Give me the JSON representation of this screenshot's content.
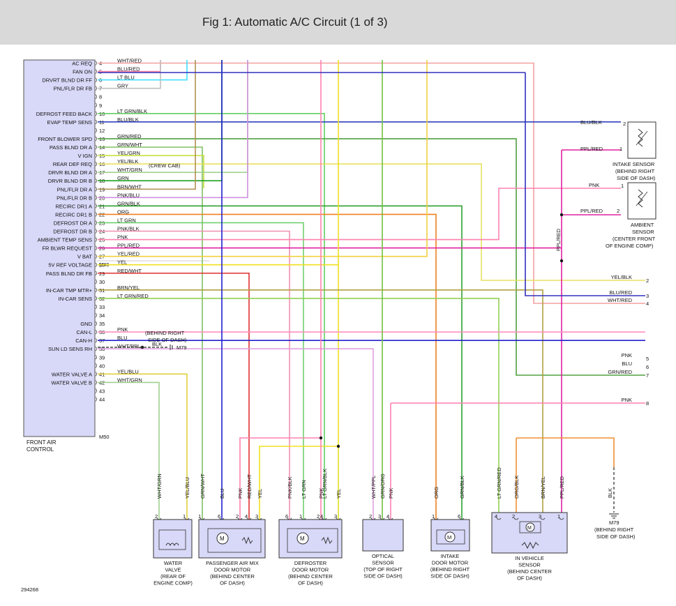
{
  "title": "Fig 1: Automatic A/C Circuit (1 of 3)",
  "module": {
    "name_line1": "FRONT AIR",
    "name_line2": "CONTROL",
    "conn_a": "M49",
    "conn_b": "M50",
    "pins": [
      {
        "n": "4",
        "label": "AC REQ",
        "wire": "WHT/RED",
        "color": "#f4a0a0"
      },
      {
        "n": "5",
        "label": "FAN ON",
        "wire": "BLU/RED",
        "color": "#ff80a0"
      },
      {
        "n": "6",
        "label": "DRVRT BLND DR FF",
        "wire": "LT BLU",
        "color": "#40e0ff"
      },
      {
        "n": "7",
        "label": "PNL/FLR DR FB",
        "wire": "GRY",
        "color": "#c0c0c0"
      },
      {
        "n": "8",
        "label": "",
        "wire": "",
        "color": ""
      },
      {
        "n": "9",
        "label": "",
        "wire": "",
        "color": ""
      },
      {
        "n": "10",
        "label": "DEFROST FEED BACK",
        "wire": "LT GRN/BLK",
        "color": "#60d060"
      },
      {
        "n": "11",
        "label": "EVAP TEMP SENS",
        "wire": "BLU/BLK",
        "color": "#3040c0"
      },
      {
        "n": "12",
        "label": "",
        "wire": "",
        "color": ""
      },
      {
        "n": "13",
        "label": "FRONT BLOWER SPD",
        "wire": "GRN/RED",
        "color": "#50a040"
      },
      {
        "n": "14",
        "label": "PASS BLND DR A",
        "wire": "GRN/WHT",
        "color": "#80c060"
      },
      {
        "n": "15",
        "label": "V IGN",
        "wire": "YEL/GRN",
        "color": "#c8e040"
      },
      {
        "n": "16",
        "label": "REAR DEF REQ",
        "wire": "YEL/BLK",
        "color": "#e8e060"
      },
      {
        "n": "17",
        "label": "DRVR BLND DR A",
        "wire": "WHT/GRN",
        "color": "#a0d090"
      },
      {
        "n": "18",
        "label": "DRVR BLND DR B",
        "wire": "GRN",
        "color": "#20a020"
      },
      {
        "n": "19",
        "label": "PNL/FLR DR A",
        "wire": "BRN/WHT",
        "color": "#b09050"
      },
      {
        "n": "20",
        "label": "PNL/FLR DR B",
        "wire": "PNK/BLU",
        "color": "#d090e0"
      },
      {
        "n": "21",
        "label": "RECIRC DR1 A",
        "wire": "GRN/BLK",
        "color": "#30a030"
      },
      {
        "n": "22",
        "label": "RECIRC DR1 B",
        "wire": "ORG",
        "color": "#f08020"
      },
      {
        "n": "23",
        "label": "DEFROST DR A",
        "wire": "LT GRN",
        "color": "#70d070"
      },
      {
        "n": "24",
        "label": "DEFROST DR B",
        "wire": "PNK/BLK",
        "color": "#f090b0"
      },
      {
        "n": "25",
        "label": "AMBIENT TEMP SENS",
        "wire": "PNK",
        "color": "#ff80b0"
      },
      {
        "n": "26",
        "label": "FR BLWR REQUEST",
        "wire": "PPL/RED",
        "color": "#e020a0"
      },
      {
        "n": "27",
        "label": "V BAT",
        "wire": "YEL/RED",
        "color": "#f0d040"
      },
      {
        "n": "28",
        "label": "5V REF VOLTAGE",
        "wire": "YEL",
        "color": "#f0e020"
      },
      {
        "n": "29",
        "label": "PASS BLND DR FB",
        "wire": "RED/WHT",
        "color": "#e03030"
      },
      {
        "n": "30",
        "label": "",
        "wire": "",
        "color": ""
      },
      {
        "n": "31",
        "label": "IN-CAR TMP MTR+",
        "wire": "BRN/YEL",
        "color": "#b0a040"
      },
      {
        "n": "32",
        "label": "IN-CAR SENS",
        "wire": "LT GRN/RED",
        "color": "#90d050"
      },
      {
        "n": "33",
        "label": "",
        "wire": "",
        "color": ""
      },
      {
        "n": "34",
        "label": "",
        "wire": "",
        "color": ""
      },
      {
        "n": "35",
        "label": "GND",
        "wire": "BLK",
        "color": "#222222"
      },
      {
        "n": "36",
        "label": "CAN-L",
        "wire": "PNK",
        "color": "#ff90c0"
      },
      {
        "n": "37",
        "label": "CAN-H",
        "wire": "BLU",
        "color": "#2020d0"
      },
      {
        "n": "38",
        "label": "SUN LD SENS RH",
        "wire": "WHT/PPL",
        "color": "#e0a0e0"
      },
      {
        "n": "39",
        "label": "",
        "wire": "",
        "color": ""
      },
      {
        "n": "40",
        "label": "",
        "wire": "",
        "color": ""
      },
      {
        "n": "41",
        "label": "WATER VALVE A",
        "wire": "YEL/BLU",
        "color": "#e0d040"
      },
      {
        "n": "42",
        "label": "WATER VALVE B",
        "wire": "WHT/GRN",
        "color": "#a0d090"
      },
      {
        "n": "43",
        "label": "",
        "wire": "",
        "color": ""
      },
      {
        "n": "44",
        "label": "",
        "wire": "",
        "color": ""
      }
    ]
  },
  "notes": {
    "crew_cab": "(CREW CAB)",
    "behind_right_1": "(BEHIND RIGHT",
    "behind_right_2": "SIDE OF DASH)",
    "gnd_wire": "BLK",
    "gnd_conn": "M79",
    "figure_id": "294268"
  },
  "sensors_right": {
    "intake": {
      "w2": "BLU/BLK",
      "w1": "PPL/RED",
      "l1": "INTAKE SENSOR",
      "l2": "(BEHIND RIGHT",
      "l3": "SIDE OF DASH)"
    },
    "ambient": {
      "w1": "PNK",
      "w2": "PPL/RED",
      "l1": "AMBIENT",
      "l2": "SENSOR",
      "l3": "(CENTER FRONT",
      "l4": "OF ENGINE COMP)"
    },
    "vert_label": "PPL/RED"
  },
  "outputs": [
    {
      "n": "2",
      "wire": "YEL/BLK"
    },
    {
      "n": "3",
      "wire": "BLU/RED"
    },
    {
      "n": "4",
      "wire": "WHT/RED"
    },
    {
      "n": "5",
      "wire": "PNK"
    },
    {
      "n": "6",
      "wire": "BLU"
    },
    {
      "n": "7",
      "wire": "GRN/RED"
    },
    {
      "n": "8",
      "wire": "PNK"
    }
  ],
  "components": {
    "water_valve": {
      "wires": [
        "WHT/GRN",
        "YEL/BLU"
      ],
      "pins": [
        "2",
        "1"
      ],
      "l1": "WATER",
      "l2": "VALVE",
      "l3": "(REAR OF",
      "l4": "ENGINE COMP)"
    },
    "pass_door": {
      "wires": [
        "GRN/WHT",
        "BLU",
        "PNK",
        "RED/WHT",
        "YEL"
      ],
      "pins": [
        "1",
        "6",
        "2",
        "4",
        "3"
      ],
      "l1": "PASSENGER AIR MIX",
      "l2": "DOOR MOTOR",
      "l3": "(BEHIND CENTER",
      "l4": "OF DASH)"
    },
    "def_door": {
      "wires": [
        "PNK/BLK",
        "LT GRN",
        "PNK",
        "LT GRN/BLK",
        "YEL"
      ],
      "pins": [
        "6",
        "1",
        "2",
        "4",
        "3"
      ],
      "l1": "DEFROSTER",
      "l2": "DOOR MOTOR",
      "l3": "(BEHIND CENTER",
      "l4": "OF DASH)"
    },
    "optical": {
      "wires": [
        "WHT/PPL",
        "GRN/ORG",
        "PNK"
      ],
      "pins": [
        "2",
        "3",
        "4"
      ],
      "l1": "OPTICAL",
      "l2": "SENSOR",
      "l3": "(TOP OF RIGHT",
      "l4": "SIDE OF DASH)"
    },
    "intake_motor": {
      "wires": [
        "ORG",
        "GRN/BLK"
      ],
      "pins": [
        "1",
        "6"
      ],
      "l1": "INTAKE",
      "l2": "DOOR MOTOR",
      "l3": "(BEHIND RIGHT",
      "l4": "SIDE OF DASH)"
    },
    "in_vehicle": {
      "wires": [
        "LT GRN/RED",
        "ORG/BLK",
        "BRN/YEL",
        "PPL/RED"
      ],
      "pins": [
        "4",
        "2",
        "3",
        "1"
      ],
      "l1": "IN VEHICLE",
      "l2": "SENSOR",
      "l3": "(BEHIND CENTER",
      "l4": "OF DASH)"
    },
    "ground": {
      "wire": "BLK",
      "conn": "M79",
      "l1": "(BEHIND RIGHT",
      "l2": "SIDE OF DASH)"
    }
  }
}
